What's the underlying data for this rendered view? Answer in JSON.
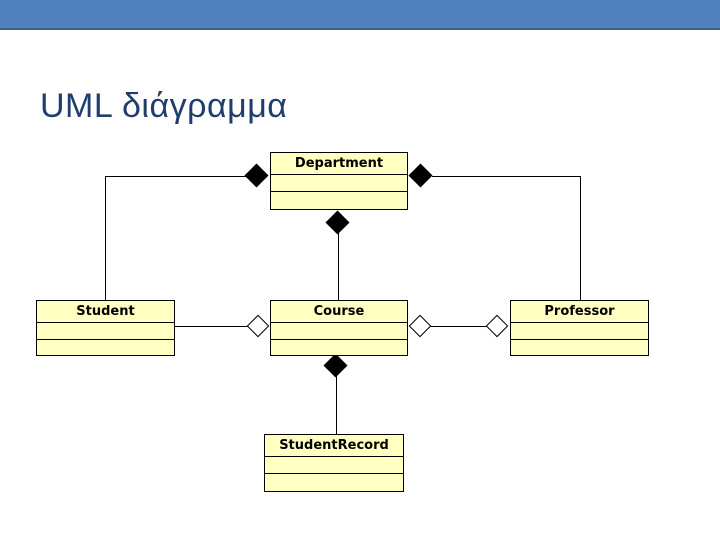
{
  "slide": {
    "title": "UML διάγραμμα",
    "colors": {
      "top_bar": "#4e81bd",
      "top_bar_edge": "#3d6288",
      "title_text": "#1f3e6e",
      "class_fill": "#ffffc2",
      "class_border": "#000000",
      "connector": "#000000"
    }
  },
  "diagram": {
    "classes": [
      {
        "id": "department",
        "name": "Department"
      },
      {
        "id": "student",
        "name": "Student"
      },
      {
        "id": "course",
        "name": "Course"
      },
      {
        "id": "professor",
        "name": "Professor"
      },
      {
        "id": "studentrecord",
        "name": "StudentRecord"
      }
    ],
    "relationships": [
      {
        "type": "composition",
        "whole": "Department",
        "part": "Student",
        "diamond": "filled"
      },
      {
        "type": "composition",
        "whole": "Department",
        "part": "Professor",
        "diamond": "filled"
      },
      {
        "type": "composition",
        "whole": "Department",
        "part": "Course",
        "diamond": "filled"
      },
      {
        "type": "aggregation",
        "whole": "Course",
        "part": "Student",
        "diamond": "open"
      },
      {
        "type": "aggregation",
        "whole": "Course",
        "part": "Professor",
        "diamond": "open"
      },
      {
        "type": "composition",
        "whole": "Course",
        "part": "StudentRecord",
        "diamond": "filled"
      }
    ]
  }
}
